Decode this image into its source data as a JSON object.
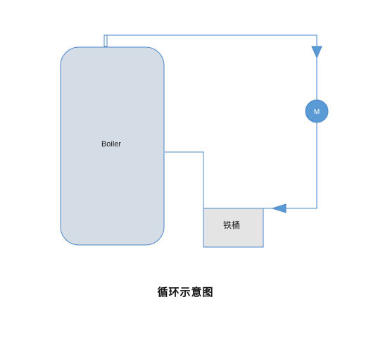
{
  "boiler": {
    "label": "Boiler"
  },
  "motor": {
    "label": "M"
  },
  "tank": {
    "label": "铁桶"
  },
  "caption": "循环示意图",
  "colors": {
    "pipe": "#4a86c8",
    "boiler_fill": "#d4dce6",
    "boiler_stroke": "#4a86c8",
    "tank_fill": "#e4e4e4",
    "tank_stroke": "#4a86c8",
    "motor_fill": "#5b9bd5",
    "arrow_fill": "#5b9bd5"
  },
  "icons": {
    "motor": "motor-circle-icon",
    "flow_arrow_down": "triangle-down-icon",
    "flow_arrow_left": "triangle-left-icon"
  }
}
